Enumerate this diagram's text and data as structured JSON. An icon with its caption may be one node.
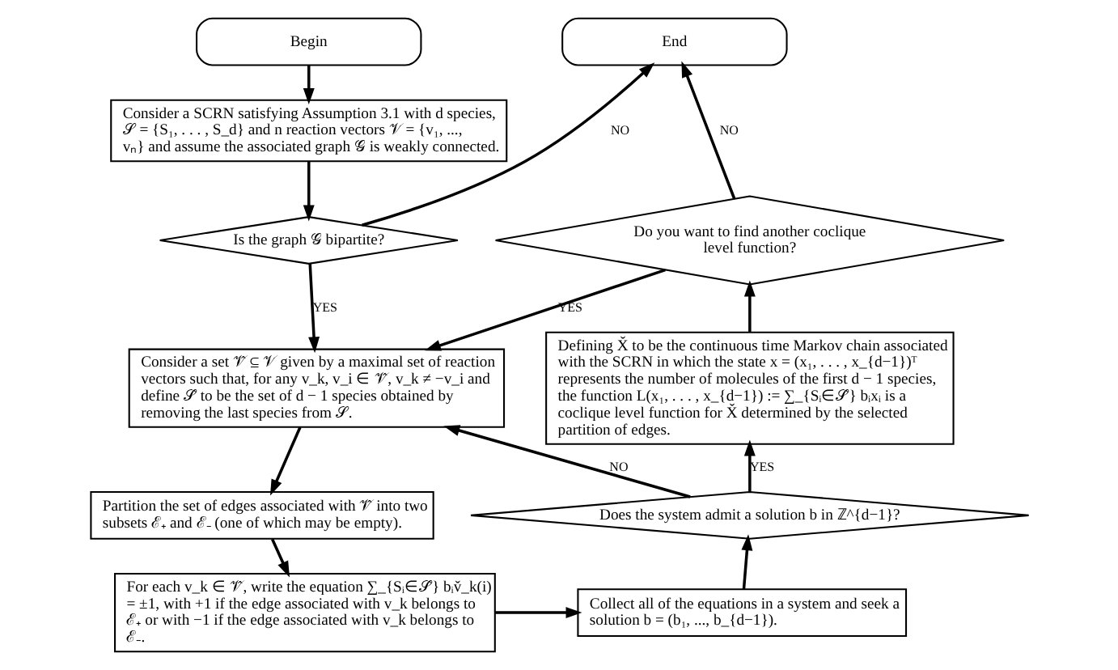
{
  "diagram": {
    "nodes": [
      {
        "text": [
          "Begin"
        ]
      },
      {
        "text": [
          "Consider a SCRN satisfying Assumption 3.1 with d species, 𝒮 = {S₁, . . . , S_d} and n reaction vectors 𝒱 = {v₁, ..., vₙ} and assume the associated graph 𝒢 is weakly connected."
        ]
      },
      {
        "text": [
          "Is the graph 𝒢 bipartite?"
        ]
      },
      {
        "text": [
          "Consider a set 𝒱̂ ⊆ 𝒱 given by a maximal set of reaction vectors such that, for any v_k, v_i ∈ 𝒱̂, v_k ≠ −v_i and define 𝒮̂ to be the set of d − 1 species obtained by removing the last species from 𝒮."
        ]
      },
      {
        "text": [
          "Partition the set of edges associated with 𝒱̂ into two subsets ℰ₊ and ℰ₋ (one of which may be empty)."
        ]
      },
      {
        "text": [
          "For each v_k ∈ 𝒱̂, write the equation ∑_{Sᵢ∈𝒮̂} bᵢv̌_k(i) = ±1, with +1 if the edge associated with v_k belongs to ℰ₊ or with −1 if the edge associated with v_k belongs to ℰ₋."
        ]
      },
      {
        "text": [
          "Collect all of the equations in a system and seek a solution b = (b₁, ..., b_{d−1})."
        ]
      },
      {
        "text": [
          "Does the system admit a solution b in ℤ^{d−1}?"
        ]
      },
      {
        "text": [
          "Defining X̌ to be the continuous time Markov chain associated with the SCRN in which the state x = (x₁, . . . , x_{d−1})ᵀ represents the number of molecules of the first d − 1 species, the function L(x₁, . . . , x_{d−1}) := ∑_{Sᵢ∈𝒮̂} bᵢxᵢ is a coclique level function for X̌ determined by the selected partition of edges."
        ]
      },
      {
        "text": [
          "Do you want to find another coclique level function?"
        ]
      },
      {
        "text": [
          "End"
        ]
      }
    ],
    "edges": [
      {
        "from": 0,
        "to": 1,
        "arrow": "to"
      },
      {
        "from": 1,
        "to": 2,
        "arrow": "to"
      },
      {
        "from": 2,
        "to": 3,
        "arrow": "to",
        "label": "YES"
      },
      {
        "from": 2,
        "to": 10,
        "arrow": "to",
        "label": "NO"
      },
      {
        "from": 3,
        "to": 4,
        "arrow": "to"
      },
      {
        "from": 4,
        "to": 5,
        "arrow": "to"
      },
      {
        "from": 5,
        "to": 6,
        "arrow": "to"
      },
      {
        "from": 6,
        "to": 7,
        "arrow": "to"
      },
      {
        "from": 7,
        "to": 8,
        "arrow": "to",
        "label": "YES"
      },
      {
        "from": 7,
        "to": 3,
        "arrow": "to",
        "label": "NO"
      },
      {
        "from": 8,
        "to": 9,
        "arrow": "to"
      },
      {
        "from": 9,
        "to": 3,
        "arrow": "to",
        "label": "YES"
      },
      {
        "from": 9,
        "to": 10,
        "arrow": "to",
        "label": "NO"
      }
    ]
  }
}
